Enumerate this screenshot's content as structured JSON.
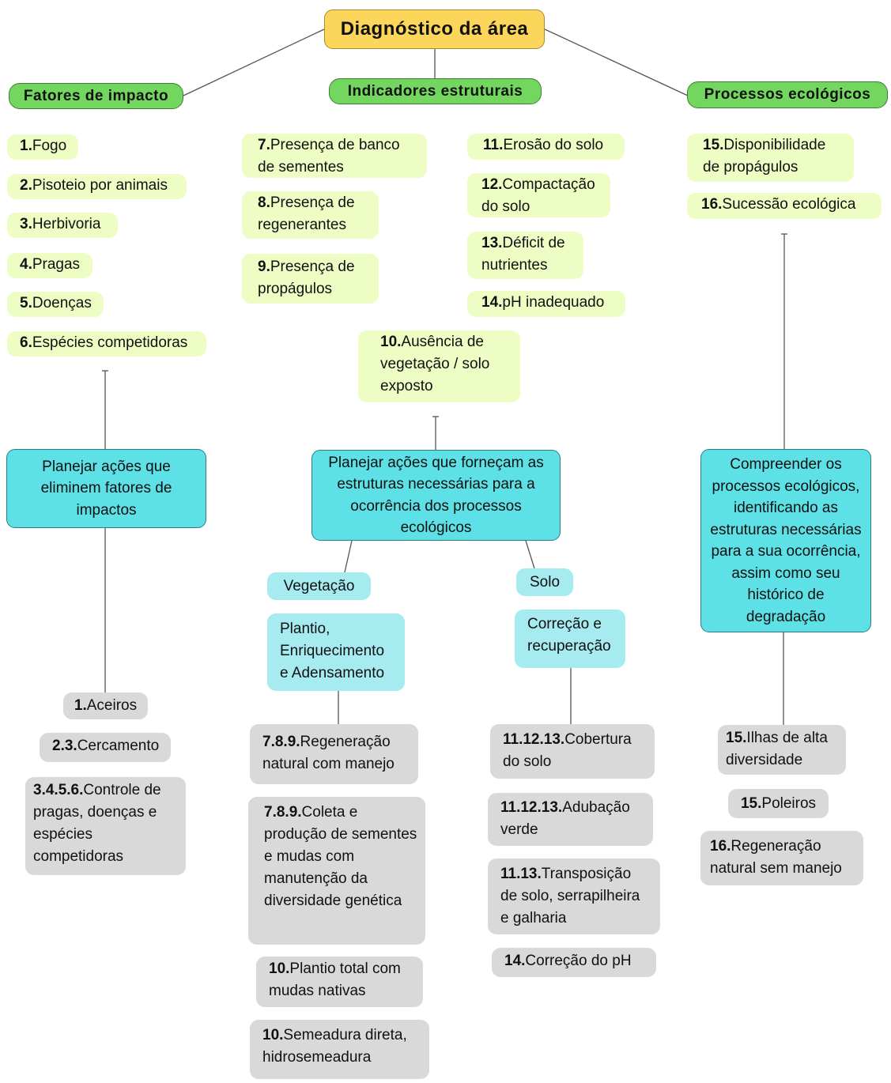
{
  "root": "Diagnóstico da área",
  "categories": {
    "impact": "Fatores de impacto",
    "structural": "Indicadores estruturais",
    "ecological": "Processos ecológicos"
  },
  "impact_items": [
    {
      "num": "1.",
      "text": "Fogo"
    },
    {
      "num": "2.",
      "text": "Pisoteio por animais"
    },
    {
      "num": "3.",
      "text": "Herbivoria"
    },
    {
      "num": "4.",
      "text": "Pragas"
    },
    {
      "num": "5.",
      "text": "Doenças"
    },
    {
      "num": "6.",
      "text": "Espécies competidoras"
    }
  ],
  "structural_items": [
    {
      "num": "7.",
      "text": "Presença de banco de sementes"
    },
    {
      "num": "8.",
      "text": "Presença de regenerantes"
    },
    {
      "num": "9.",
      "text": "Presença de propágulos"
    },
    {
      "num": "10.",
      "text": "Ausência de vegetação / solo exposto"
    },
    {
      "num": "11.",
      "text": "Erosão do solo"
    },
    {
      "num": "12.",
      "text": "Compactação do solo"
    },
    {
      "num": "13.",
      "text": "Déficit de nutrientes"
    },
    {
      "num": "14.",
      "text": "pH inadequado"
    }
  ],
  "ecological_items": [
    {
      "num": "15.",
      "text": "Disponibilidade de propágulos"
    },
    {
      "num": "16.",
      "text": "Sucessão ecológica"
    }
  ],
  "plans": {
    "impact": "Planejar ações que eliminem fatores de impactos",
    "structural": "Planejar ações que forneçam as estruturas necessárias para a ocorrência dos processos ecológicos",
    "ecological": "Compreender os processos ecológicos, identificando as estruturas necessárias para a sua ocorrência, assim como seu histórico de degradação"
  },
  "sub": {
    "vegetation": "Vegetação",
    "vegetation_action": "Plantio, Enriquecimento e Adensamento",
    "soil": "Solo",
    "soil_action": "Correção e recuperação"
  },
  "impact_actions": [
    {
      "num": "1.",
      "text": "Aceiros"
    },
    {
      "num": "2.3.",
      "text": "Cercamento"
    },
    {
      "num": "3.4.5.6.",
      "text": "Controle de pragas, doenças e espécies competidoras"
    }
  ],
  "vegetation_actions": [
    {
      "num": "7.8.9.",
      "text": "Regeneração natural com manejo"
    },
    {
      "num": "7.8.9.",
      "text": "Coleta e produção de sementes e mudas com manutenção da diversidade genética"
    },
    {
      "num": "10.",
      "text": "Plantio total com mudas nativas"
    },
    {
      "num": "10.",
      "text": "Semeadura direta, hidrosemeadura"
    }
  ],
  "soil_actions": [
    {
      "num": "11.12.13.",
      "text": "Cobertura do solo"
    },
    {
      "num": "11.12.13.",
      "text": "Adubação verde"
    },
    {
      "num": "11.13.",
      "text": "Transposição de solo, serrapilheira e galharia"
    },
    {
      "num": "14.",
      "text": "Correção do pH"
    }
  ],
  "ecological_actions": [
    {
      "num": "15.",
      "text": "Ilhas de alta diversidade"
    },
    {
      "num": "15.",
      "text": "Poleiros"
    },
    {
      "num": "16.",
      "text": "Regeneração natural sem manejo"
    }
  ],
  "colors": {
    "root": "#fcd55b",
    "category": "#73d65f",
    "indicator": "#eefdc4",
    "plan": "#5de0e6",
    "sub_plan": "#a5ebf0",
    "action": "#d9d9d9",
    "connector": "#555555"
  }
}
